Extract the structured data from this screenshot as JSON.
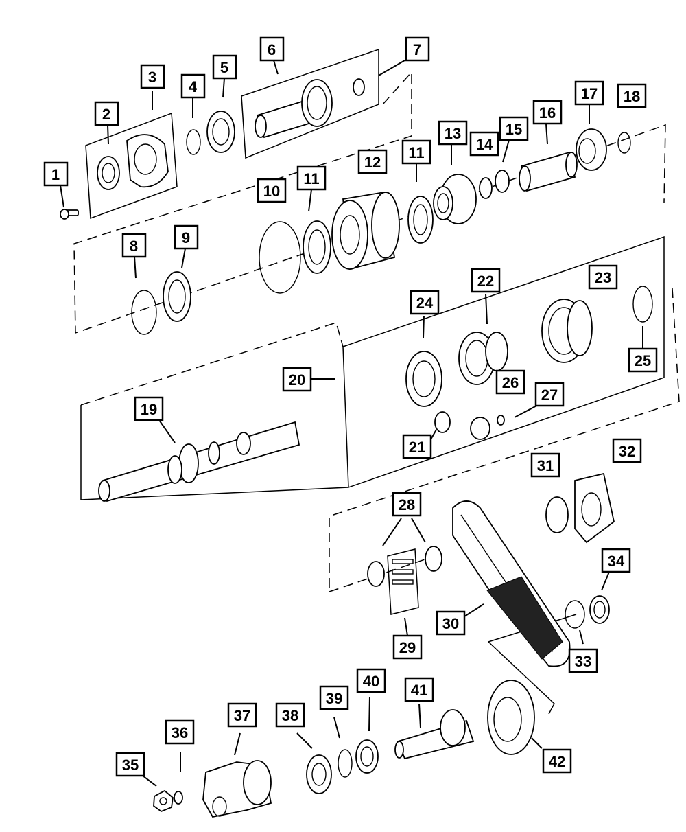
{
  "callouts": [
    {
      "label": "1"
    },
    {
      "label": "2"
    },
    {
      "label": "3"
    },
    {
      "label": "4"
    },
    {
      "label": "5"
    },
    {
      "label": "6"
    },
    {
      "label": "7"
    },
    {
      "label": "8"
    },
    {
      "label": "9"
    },
    {
      "label": "10"
    },
    {
      "label": "11"
    },
    {
      "label": "11"
    },
    {
      "label": "12"
    },
    {
      "label": "13"
    },
    {
      "label": "14"
    },
    {
      "label": "15"
    },
    {
      "label": "16"
    },
    {
      "label": "17"
    },
    {
      "label": "18"
    },
    {
      "label": "19"
    },
    {
      "label": "20"
    },
    {
      "label": "21"
    },
    {
      "label": "22"
    },
    {
      "label": "23"
    },
    {
      "label": "24"
    },
    {
      "label": "25"
    },
    {
      "label": "26"
    },
    {
      "label": "27"
    },
    {
      "label": "28"
    },
    {
      "label": "29"
    },
    {
      "label": "30"
    },
    {
      "label": "31"
    },
    {
      "label": "32"
    },
    {
      "label": "33"
    },
    {
      "label": "34"
    },
    {
      "label": "35"
    },
    {
      "label": "36"
    },
    {
      "label": "37"
    },
    {
      "label": "38"
    },
    {
      "label": "39"
    },
    {
      "label": "40"
    },
    {
      "label": "41"
    },
    {
      "label": "42"
    }
  ]
}
